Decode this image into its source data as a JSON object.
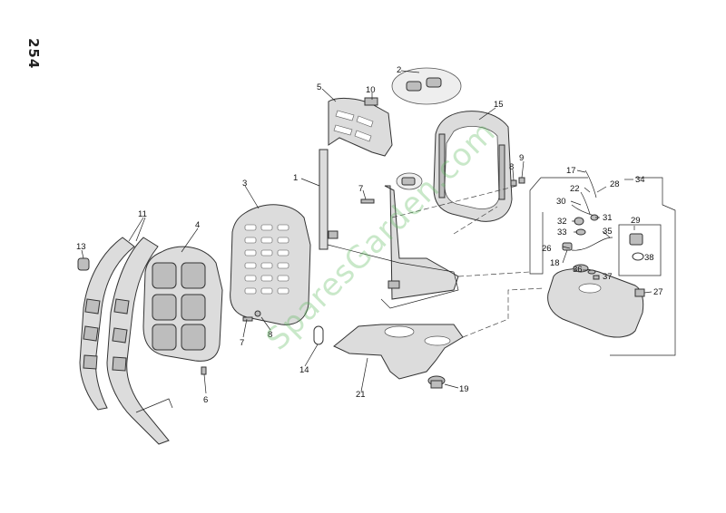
{
  "page_number": "254",
  "watermark": "SparesGarden.com",
  "callouts": [
    "1",
    "2",
    "3",
    "4",
    "5",
    "6",
    "7",
    "8",
    "9",
    "10",
    "11",
    "13",
    "14",
    "15",
    "17",
    "18",
    "19",
    "21",
    "22",
    "26",
    "27",
    "28",
    "29",
    "30",
    "31",
    "32",
    "33",
    "34",
    "35",
    "36",
    "37",
    "38"
  ]
}
